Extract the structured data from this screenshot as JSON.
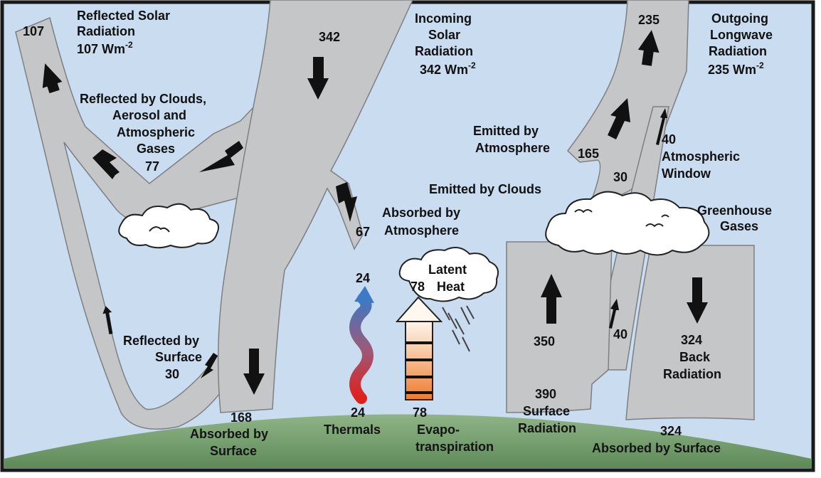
{
  "labels": {
    "reflected_solar_line1": "Reflected Solar",
    "reflected_solar_line2": "Radiation",
    "reflected_solar_value": "107 Wm",
    "reflected_solar_exp": "-2",
    "reflected_top_number": "107",
    "incoming_number": "342",
    "incoming_line1": "Incoming",
    "incoming_line2": "Solar",
    "incoming_line3": "Radiation",
    "incoming_value": "342 Wm",
    "incoming_exp": "-2",
    "outgoing_number": "235",
    "outgoing_line1": "Outgoing",
    "outgoing_line2": "Longwave",
    "outgoing_line3": "Radiation",
    "outgoing_value": "235 Wm",
    "outgoing_exp": "-2",
    "refl_clouds_line1": "Reflected by Clouds,",
    "refl_clouds_line2": "Aerosol and",
    "refl_clouds_line3": "Atmospheric",
    "refl_clouds_line4": "Gases",
    "refl_clouds_value": "77",
    "absorbed_atm_value": "67",
    "absorbed_atm_line1": "Absorbed by",
    "absorbed_atm_line2": "Atmosphere",
    "emitted_atm_line1": "Emitted by",
    "emitted_atm_line2": "Atmosphere",
    "emitted_atm_value": "165",
    "atm_window_value": "40",
    "atm_window_line1": "Atmospheric",
    "atm_window_line2": "Window",
    "emitted_clouds_label": "Emitted by Clouds",
    "emitted_clouds_value": "30",
    "greenhouse_line1": "Greenhouse",
    "greenhouse_line2": "Gases",
    "latent_line1": "Latent",
    "latent_value": "78",
    "latent_line2": "Heat",
    "thermals_top_value": "24",
    "refl_surface_line1": "Reflected by",
    "refl_surface_line2": "Surface",
    "refl_surface_value": "30",
    "surface_rad_up_value": "350",
    "window_bottom_value": "40",
    "back_rad_value": "324",
    "back_rad_line1": "Back",
    "back_rad_line2": "Radiation",
    "absorbed_surface_value": "168",
    "absorbed_surface_line1": "Absorbed by",
    "absorbed_surface_line2": "Surface",
    "thermals_value": "24",
    "thermals_label": "Thermals",
    "evapo_value": "78",
    "evapo_line1": "Evapo-",
    "evapo_line2": "transpiration",
    "surface_rad_value": "390",
    "surface_rad_line1": "Surface",
    "surface_rad_line2": "Radiation",
    "absorbed_surface2_value": "324",
    "absorbed_surface2_label": "Absorbed by Surface"
  },
  "colors": {
    "sky": "#c9dcf0",
    "flux_gray": "#c4c6c8",
    "flux_edge": "#7d7f82",
    "ground_green": "#6f9a66",
    "arrow_black": "#111111",
    "frame": "#1a1a1a",
    "thermal_red": "#e12a1e",
    "thermal_blue": "#3f78c0",
    "evap_orange": "#f08a3c"
  }
}
